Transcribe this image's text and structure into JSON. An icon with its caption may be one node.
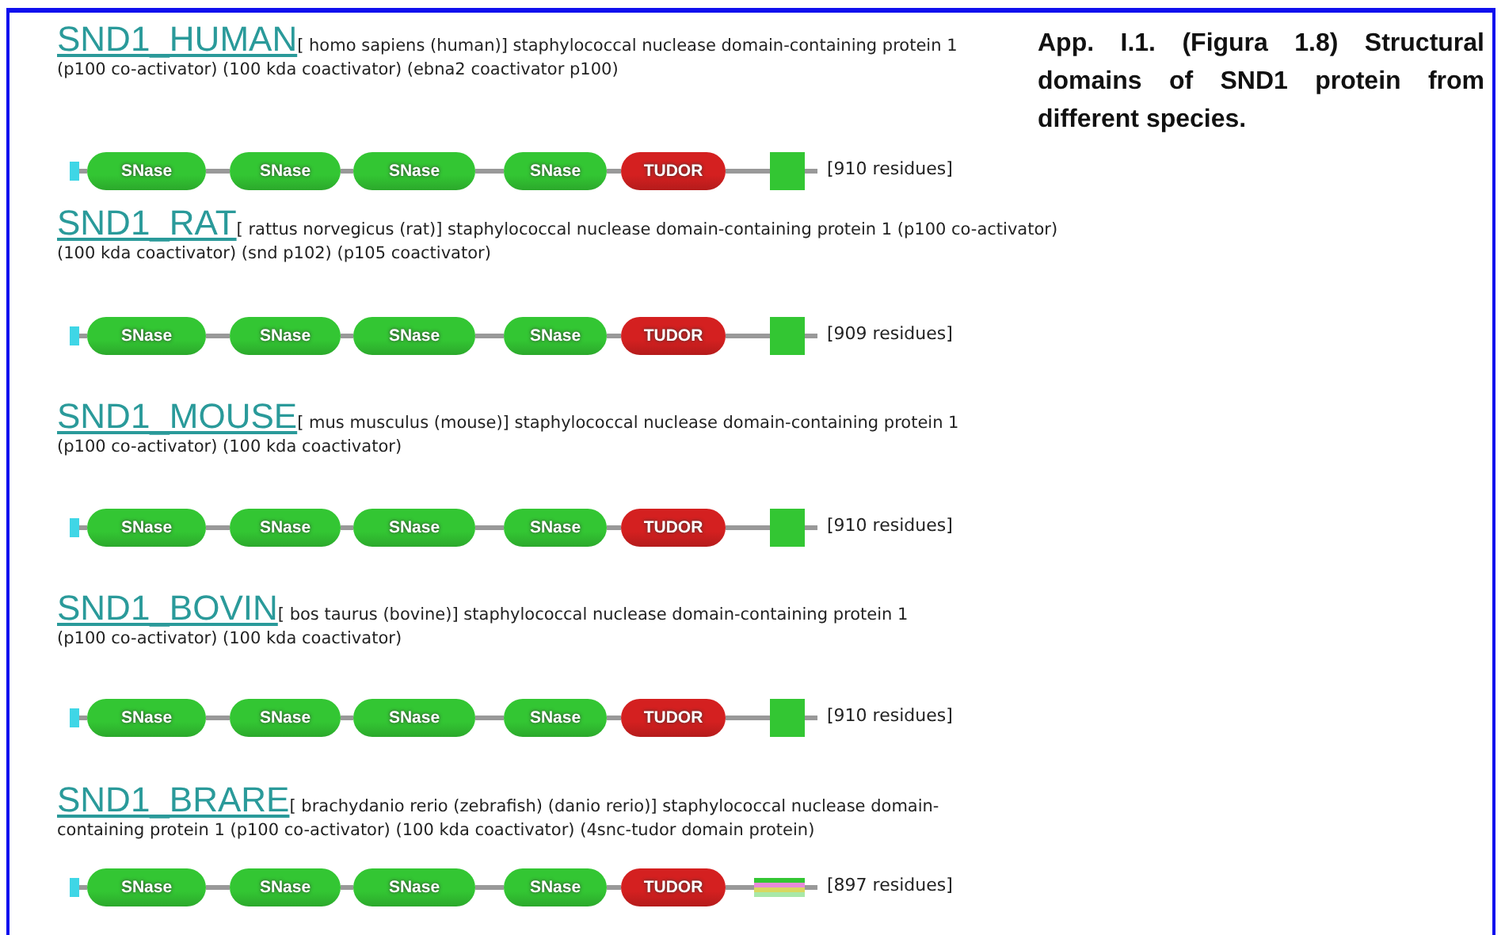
{
  "diagram": {
    "caption": "App. I.1. (Figura 1.8) Structural domains of SND1 protein from different species.",
    "nodes": [
      {
        "text": [],
        "shape": "box"
      },
      {
        "text": [
          "SNase"
        ]
      },
      {
        "text": [
          "SNase"
        ]
      },
      {
        "text": [
          "SNase"
        ]
      },
      {
        "text": [
          "SNase"
        ]
      },
      {
        "text": [
          "TUDOR"
        ]
      },
      {
        "text": [],
        "shape": "box",
        "beside": [
          "[910 residues]"
        ]
      },
      {
        "text": [],
        "shape": "box"
      },
      {
        "text": [
          "SNase"
        ]
      },
      {
        "text": [
          "SNase"
        ]
      },
      {
        "text": [
          "SNase"
        ]
      },
      {
        "text": [
          "SNase"
        ]
      },
      {
        "text": [
          "TUDOR"
        ]
      },
      {
        "text": [],
        "shape": "box",
        "beside": [
          "[909 residues]"
        ]
      },
      {
        "text": [],
        "shape": "box"
      },
      {
        "text": [
          "SNase"
        ]
      },
      {
        "text": [
          "SNase"
        ]
      },
      {
        "text": [
          "SNase"
        ]
      },
      {
        "text": [
          "SNase"
        ]
      },
      {
        "text": [
          "TUDOR"
        ]
      },
      {
        "text": [],
        "shape": "box",
        "beside": [
          "[910 residues]"
        ]
      },
      {
        "text": [],
        "shape": "box"
      },
      {
        "text": [
          "SNase"
        ]
      },
      {
        "text": [
          "SNase"
        ]
      },
      {
        "text": [
          "SNase"
        ]
      },
      {
        "text": [
          "SNase"
        ]
      },
      {
        "text": [
          "TUDOR"
        ]
      },
      {
        "text": [],
        "shape": "box",
        "beside": [
          "[910 residues]"
        ]
      },
      {
        "text": [],
        "shape": "box"
      },
      {
        "text": [
          "SNase"
        ]
      },
      {
        "text": [
          "SNase"
        ]
      },
      {
        "text": [
          "SNase"
        ]
      },
      {
        "text": [
          "SNase"
        ]
      },
      {
        "text": [
          "TUDOR"
        ]
      },
      {
        "text": [],
        "shape": "bar",
        "beside": [
          "[897 residues]"
        ]
      }
    ],
    "edges": [
      {
        "from": 0,
        "to": 1,
        "arrow": "none"
      },
      {
        "from": 1,
        "to": 2,
        "arrow": "none"
      },
      {
        "from": 2,
        "to": 3,
        "arrow": "none"
      },
      {
        "from": 3,
        "to": 4,
        "arrow": "none"
      },
      {
        "from": 4,
        "to": 5,
        "arrow": "none"
      },
      {
        "from": 5,
        "to": 6,
        "arrow": "none"
      },
      {
        "from": 7,
        "to": 8,
        "arrow": "none"
      },
      {
        "from": 8,
        "to": 9,
        "arrow": "none"
      },
      {
        "from": 9,
        "to": 10,
        "arrow": "none"
      },
      {
        "from": 10,
        "to": 11,
        "arrow": "none"
      },
      {
        "from": 11,
        "to": 12,
        "arrow": "none"
      },
      {
        "from": 12,
        "to": 13,
        "arrow": "none"
      },
      {
        "from": 14,
        "to": 15,
        "arrow": "none"
      },
      {
        "from": 15,
        "to": 16,
        "arrow": "none"
      },
      {
        "from": 16,
        "to": 17,
        "arrow": "none"
      },
      {
        "from": 17,
        "to": 18,
        "arrow": "none"
      },
      {
        "from": 18,
        "to": 19,
        "arrow": "none"
      },
      {
        "from": 19,
        "to": 20,
        "arrow": "none"
      },
      {
        "from": 21,
        "to": 22,
        "arrow": "none"
      },
      {
        "from": 22,
        "to": 23,
        "arrow": "none"
      },
      {
        "from": 23,
        "to": 24,
        "arrow": "none"
      },
      {
        "from": 24,
        "to": 25,
        "arrow": "none"
      },
      {
        "from": 25,
        "to": 26,
        "arrow": "none"
      },
      {
        "from": 26,
        "to": 27,
        "arrow": "none"
      },
      {
        "from": 28,
        "to": 29,
        "arrow": "none"
      },
      {
        "from": 29,
        "to": 30,
        "arrow": "none"
      },
      {
        "from": 30,
        "to": 31,
        "arrow": "none"
      },
      {
        "from": 31,
        "to": 32,
        "arrow": "none"
      },
      {
        "from": 32,
        "to": 33,
        "arrow": "none"
      },
      {
        "from": 33,
        "to": 34,
        "arrow": "none"
      }
    ],
    "labels": [
      "SND1_HUMAN",
      "[ homo sapiens (human)] staphylococcal nuclease domain-containing protein 1 (p100 co-activator) (100 kda coactivator) (ebna2 coactivator p100)",
      "SND1_RAT",
      "[ rattus norvegicus (rat)] staphylococcal nuclease domain-containing protein 1 (p100 co-activator) (100 kda coactivator) (snd p102) (p105 coactivator)",
      "SND1_MOUSE",
      "[ mus musculus (mouse)] staphylococcal nuclease domain-containing protein 1 (p100 co-activator) (100 kda coactivator)",
      "SND1_BOVIN",
      "[ bos taurus (bovine)] staphylococcal nuclease domain-containing protein 1 (p100 co-activator) (100 kda coactivator)",
      "SND1_BRARE",
      "[ brachydanio rerio (zebrafish) (danio rerio)] staphylococcal nuclease domain-containing protein 1 (p100 co-activator) (100 kda coactivator) (4snc-tudor domain protein)"
    ]
  }
}
